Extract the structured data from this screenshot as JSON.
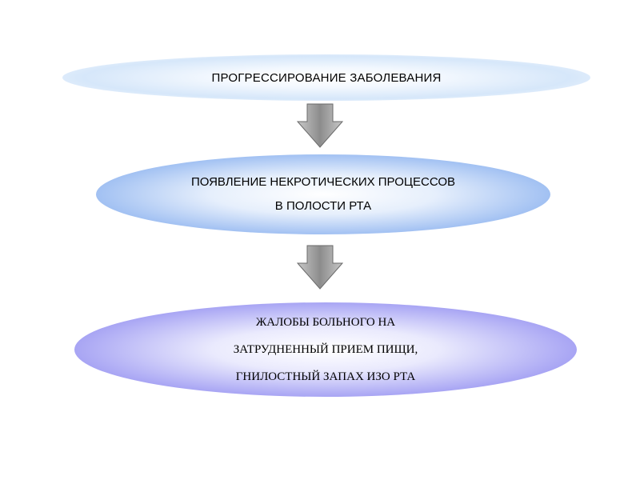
{
  "steps": [
    {
      "lines": [
        "ПРОГРЕССИРОВАНИЕ ЗАБОЛЕВАНИЯ"
      ]
    },
    {
      "lines": [
        "ПОЯВЛЕНИЕ НЕКРОТИЧЕСКИХ ПРОЦЕССОВ",
        "В ПОЛОСТИ РТА"
      ]
    },
    {
      "lines": [
        "ЖАЛОБЫ БОЛЬНОГО НА",
        "ЗАТРУДНЕННЫЙ ПРИЕМ ПИЩИ,",
        "ГНИЛОСТНЫЙ ЗАПАХ ИЗО РТА"
      ]
    }
  ],
  "arrows": [
    {
      "icon": "down-arrow-icon",
      "color": "#9a9a9a"
    },
    {
      "icon": "down-arrow-icon",
      "color": "#9a9a9a"
    }
  ],
  "colors": {
    "ellipse_1": "#d6e7fa",
    "ellipse_2": "#5d8fe8",
    "ellipse_3": "#5b52e6"
  }
}
